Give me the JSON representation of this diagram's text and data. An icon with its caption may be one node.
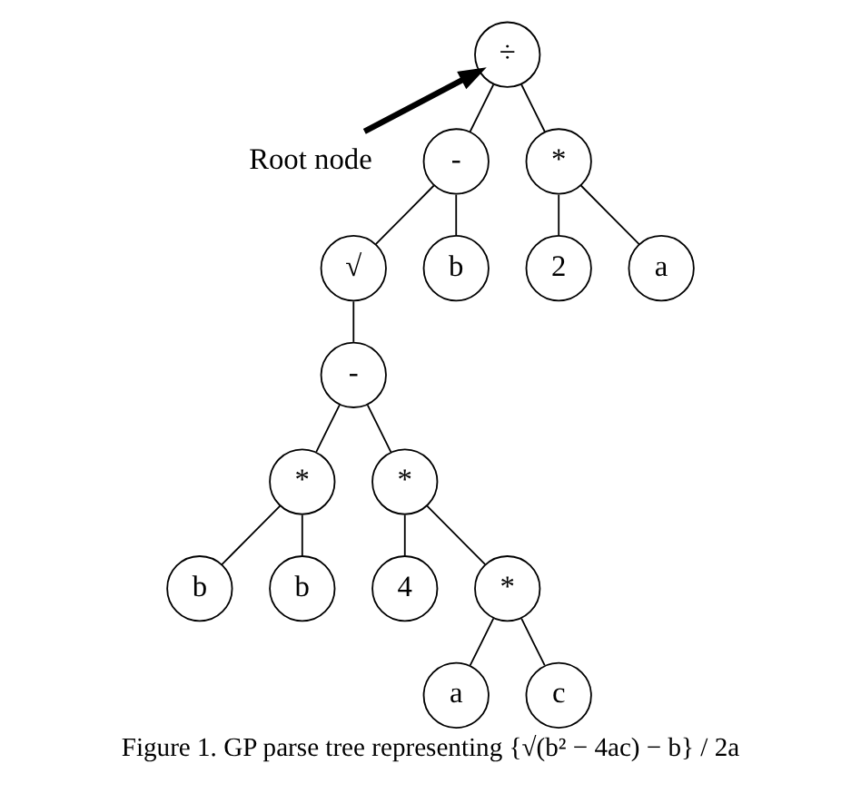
{
  "diagram": {
    "caption": "Figure 1. GP parse tree representing {√(b² − 4ac) − b} / 2a",
    "nodes": [
      {
        "text": [
          "Root node"
        ]
      },
      {
        "text": [
          "÷"
        ]
      },
      {
        "text": [
          "-"
        ]
      },
      {
        "text": [
          "*"
        ]
      },
      {
        "text": [
          "√"
        ]
      },
      {
        "text": [
          "b"
        ]
      },
      {
        "text": [
          "2"
        ]
      },
      {
        "text": [
          "a"
        ]
      },
      {
        "text": [
          "-"
        ]
      },
      {
        "text": [
          "*"
        ]
      },
      {
        "text": [
          "*"
        ]
      },
      {
        "text": [
          "b"
        ]
      },
      {
        "text": [
          "b"
        ]
      },
      {
        "text": [
          "4"
        ]
      },
      {
        "text": [
          "*"
        ]
      },
      {
        "text": [
          "a"
        ]
      },
      {
        "text": [
          "c"
        ]
      }
    ],
    "edges": [
      {
        "from": 0,
        "to": 1,
        "arrow": "to",
        "style": "thick"
      },
      {
        "from": 1,
        "to": 2,
        "arrow": "none"
      },
      {
        "from": 1,
        "to": 3,
        "arrow": "none"
      },
      {
        "from": 2,
        "to": 4,
        "arrow": "none"
      },
      {
        "from": 2,
        "to": 5,
        "arrow": "none"
      },
      {
        "from": 3,
        "to": 6,
        "arrow": "none"
      },
      {
        "from": 3,
        "to": 7,
        "arrow": "none"
      },
      {
        "from": 4,
        "to": 8,
        "arrow": "none"
      },
      {
        "from": 8,
        "to": 9,
        "arrow": "none"
      },
      {
        "from": 8,
        "to": 10,
        "arrow": "none"
      },
      {
        "from": 9,
        "to": 11,
        "arrow": "none"
      },
      {
        "from": 9,
        "to": 12,
        "arrow": "none"
      },
      {
        "from": 10,
        "to": 13,
        "arrow": "none"
      },
      {
        "from": 10,
        "to": 14,
        "arrow": "none"
      },
      {
        "from": 14,
        "to": 15,
        "arrow": "none"
      },
      {
        "from": 14,
        "to": 16,
        "arrow": "none"
      }
    ]
  }
}
